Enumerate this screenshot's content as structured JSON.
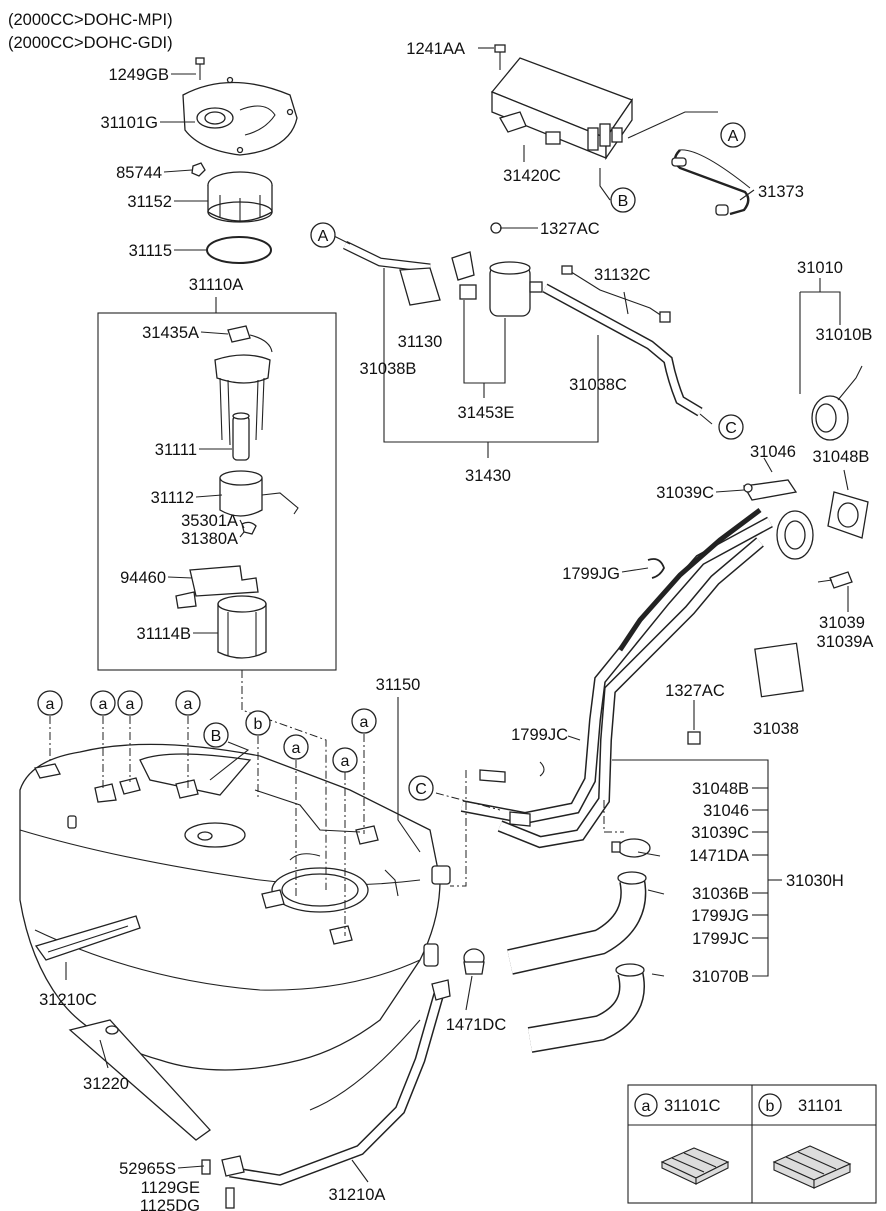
{
  "header": {
    "line1": "(2000CC>DOHC-MPI)",
    "line2": "(2000CC>DOHC-GDI)"
  },
  "callouts": {
    "c1241AA": "1241AA",
    "c1249GB": "1249GB",
    "c31101G": "31101G",
    "c85744": "85744",
    "c31152": "31152",
    "c31115": "31115",
    "c31110A": "31110A",
    "c31435A": "31435A",
    "c31111": "31111",
    "c31112": "31112",
    "c35301A": "35301A",
    "c31380A": "31380A",
    "c94460": "94460",
    "c31114B": "31114B",
    "c31420C": "31420C",
    "c31373": "31373",
    "c1327AC_top": "1327AC",
    "c31132C": "31132C",
    "c31130": "31130",
    "c31038B": "31038B",
    "c31453E": "31453E",
    "c31038C": "31038C",
    "c31430": "31430",
    "c31010": "31010",
    "c31010B": "31010B",
    "c31046_top": "31046",
    "c31048B_top": "31048B",
    "c31039C_top": "31039C",
    "c1799JG_top": "1799JG",
    "c31039": "31039",
    "c31039A": "31039A",
    "c1327AC_mid": "1327AC",
    "c31038": "31038",
    "c31150": "31150",
    "c1799JC_mid": "1799JC",
    "c31048B_grp": "31048B",
    "c31046_grp": "31046",
    "c31039C_grp": "31039C",
    "c1471DA": "1471DA",
    "c31036B": "31036B",
    "c1799JG_grp": "1799JG",
    "c1799JC_grp": "1799JC",
    "c31070B": "31070B",
    "c31030H": "31030H",
    "c31210C": "31210C",
    "c1471DC": "1471DC",
    "c31220": "31220",
    "c52965S": "52965S",
    "c1129GE": "1129GE",
    "c1125DG": "1125DG",
    "c31210A": "31210A"
  },
  "markers": {
    "a": "a",
    "b": "b",
    "A": "A",
    "B": "B",
    "C": "C"
  },
  "legend": {
    "a_letter": "a",
    "a_part": "31101C",
    "b_letter": "b",
    "b_part": "31101"
  }
}
